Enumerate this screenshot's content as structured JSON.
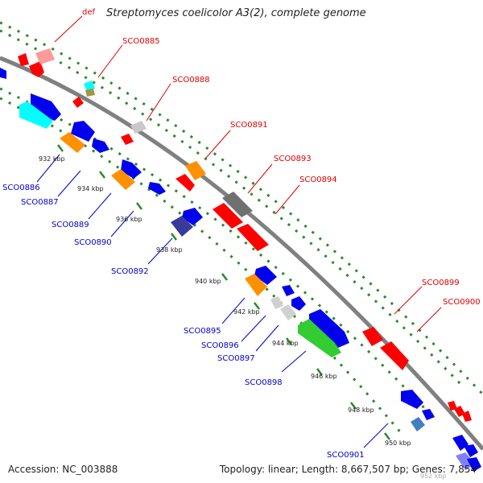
{
  "title": "Streptomyces coelicolor A3(2), complete genome",
  "footer": {
    "accession": "Accession: NC_003888",
    "summary": "Topology: linear; Length: 8,667,507 bp; Genes: 7,854"
  },
  "colors": {
    "backbone": "#808080",
    "tick": "#2a8a2a",
    "label_top": "#e00000",
    "label_bottom": "#0000cc",
    "scale_label": "#222222"
  },
  "scale_labels": [
    "932 kbp",
    "934 kbp",
    "936 kbp",
    "938 kbp",
    "940 kbp",
    "942 kbp",
    "944 kbp",
    "946 kbp",
    "948 kbp",
    "950 kbp",
    "952 kbp"
  ],
  "gene_labels": {
    "top": [
      "def",
      "SCO0885",
      "SCO0888",
      "SCO0891",
      "SCO0893",
      "SCO0894",
      "SCO0899",
      "SCO0900"
    ],
    "bottom": [
      "SCO0886",
      "SCO0887",
      "SCO0889",
      "SCO0890",
      "SCO0892",
      "SCO0895",
      "SCO0896",
      "SCO0897",
      "SCO0898",
      "SCO0901"
    ]
  }
}
